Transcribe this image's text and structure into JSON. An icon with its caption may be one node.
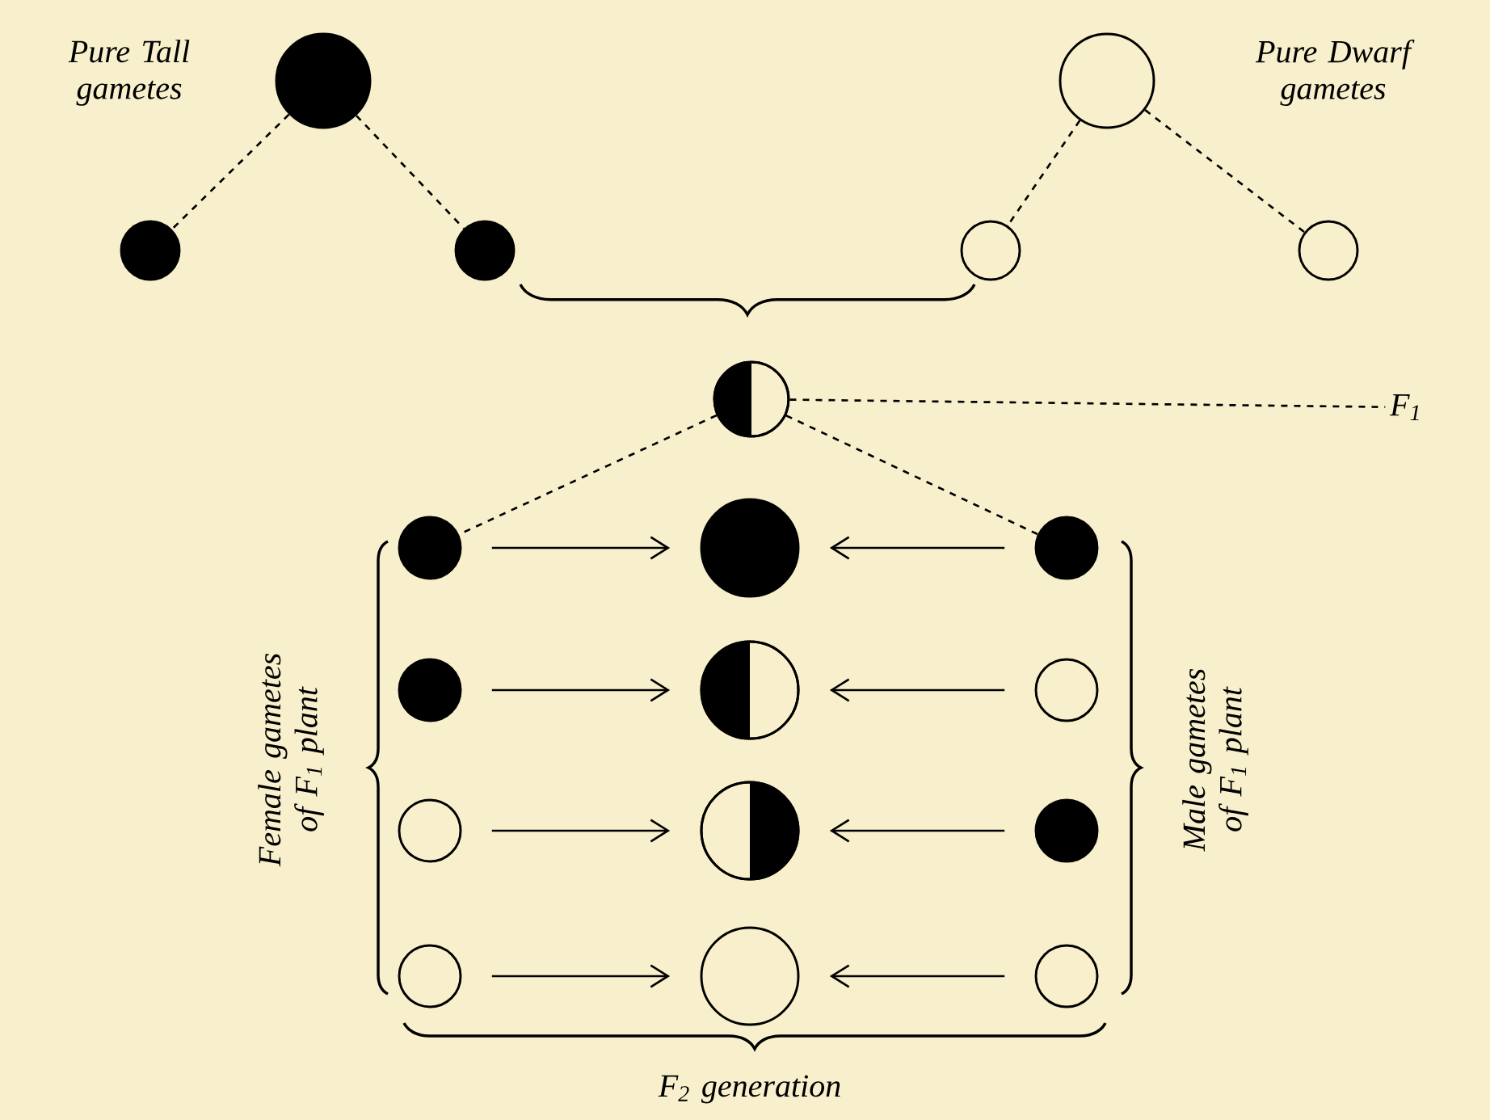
{
  "diagram": {
    "nodes": [
      {
        "text": [],
        "shape": "circle",
        "beside": [
          "Pure Tall gametes"
        ]
      },
      {
        "text": [],
        "shape": "circle",
        "beside": [
          "Pure Dwarf gametes"
        ]
      },
      {
        "text": [],
        "shape": "circle"
      },
      {
        "text": [],
        "shape": "circle"
      },
      {
        "text": [],
        "shape": "circle"
      },
      {
        "text": [],
        "shape": "circle"
      },
      {
        "text": [],
        "shape": "circle"
      },
      {
        "text": [
          "F$_{1}$"
        ]
      },
      {
        "text": [],
        "shape": "circle"
      },
      {
        "text": [],
        "shape": "circle"
      },
      {
        "text": [],
        "shape": "circle"
      },
      {
        "text": [],
        "shape": "circle"
      },
      {
        "text": [],
        "shape": "circle"
      },
      {
        "text": [],
        "shape": "circle"
      },
      {
        "text": [],
        "shape": "circle"
      },
      {
        "text": [],
        "shape": "circle"
      },
      {
        "text": [],
        "shape": "circle"
      },
      {
        "text": [],
        "shape": "circle"
      },
      {
        "text": [],
        "shape": "circle"
      },
      {
        "text": [],
        "shape": "circle"
      }
    ],
    "edges": [
      {
        "from": 0,
        "to": 2,
        "arrow": "none",
        "style": "dashed"
      },
      {
        "from": 0,
        "to": 3,
        "arrow": "none",
        "style": "dashed"
      },
      {
        "from": 1,
        "to": 4,
        "arrow": "none",
        "style": "dashed"
      },
      {
        "from": 1,
        "to": 5,
        "arrow": "none",
        "style": "dashed"
      },
      {
        "from": 6,
        "to": 7,
        "arrow": "none",
        "style": "dashed"
      },
      {
        "from": 6,
        "to": 8,
        "arrow": "none",
        "style": "dashed"
      },
      {
        "from": 6,
        "to": 10,
        "arrow": "none",
        "style": "dashed"
      },
      {
        "from": 8,
        "to": 9,
        "arrow": "to"
      },
      {
        "from": 10,
        "to": 9,
        "arrow": "to"
      },
      {
        "from": 11,
        "to": 12,
        "arrow": "to"
      },
      {
        "from": 13,
        "to": 12,
        "arrow": "to"
      },
      {
        "from": 14,
        "to": 15,
        "arrow": "to"
      },
      {
        "from": 16,
        "to": 15,
        "arrow": "to"
      },
      {
        "from": 17,
        "to": 18,
        "arrow": "to"
      },
      {
        "from": 19,
        "to": 18,
        "arrow": "to"
      }
    ],
    "labels": [
      "Female gametes of F$_{1}$ plant",
      "Male gametes of F$_{1}$ plant",
      "F$_{2}$ generation"
    ]
  }
}
